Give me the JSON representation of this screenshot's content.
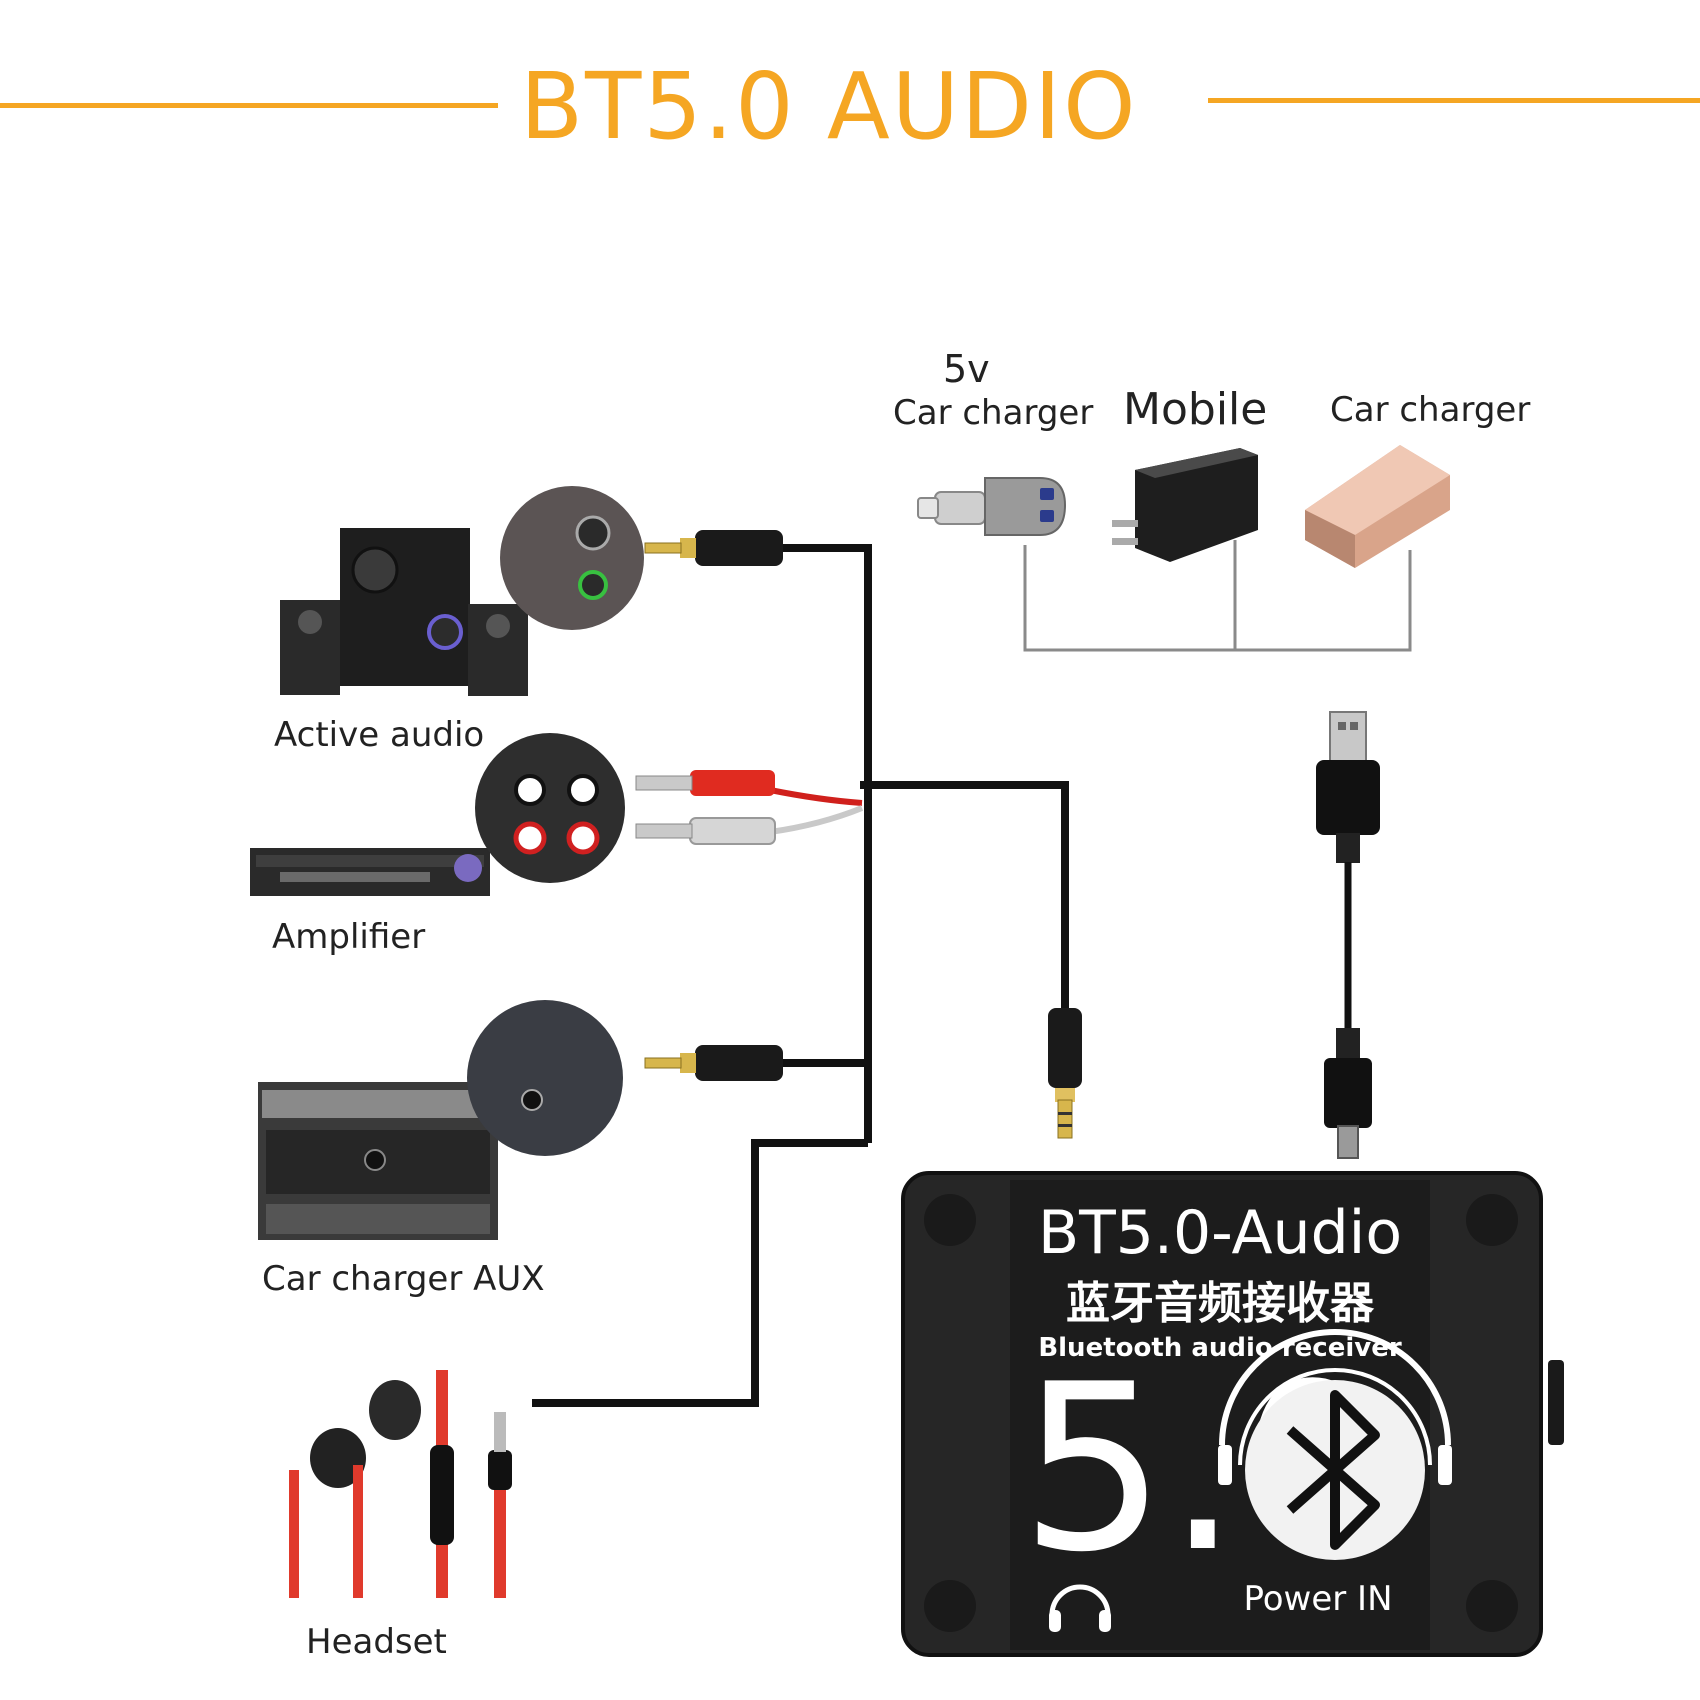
{
  "header": {
    "title": "BT5.0 AUDIO",
    "accent_color": "#F5A623"
  },
  "power_sources": {
    "voltage": "5v",
    "items": [
      {
        "label": "Car charger",
        "icon": "car-charger-icon"
      },
      {
        "label": "Mobile",
        "icon": "wall-adapter-icon"
      },
      {
        "label": "Car charger",
        "icon": "power-bank-icon"
      }
    ]
  },
  "outputs": [
    {
      "label": "Active audio",
      "icon": "speaker-set-icon"
    },
    {
      "label": "Amplifier",
      "icon": "amplifier-icon"
    },
    {
      "label": "Car charger AUX",
      "icon": "car-stereo-icon"
    },
    {
      "label": "Headset",
      "icon": "earphones-icon"
    }
  ],
  "device": {
    "title": "BT5.0-Audio",
    "chinese_label": "蓝牙音频接收器",
    "subtitle": "Bluetooth audio receiver",
    "version": "5.0",
    "power_label": "Power IN",
    "icons": [
      "bluetooth-icon",
      "headphone-icon"
    ]
  }
}
